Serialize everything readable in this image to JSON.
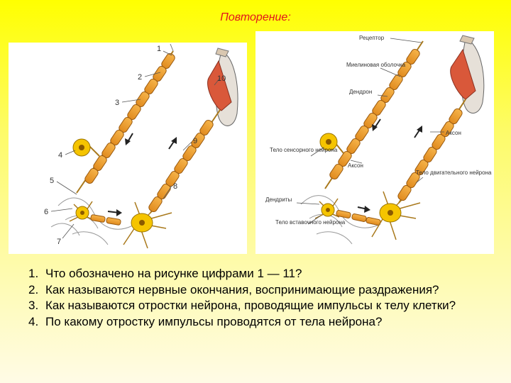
{
  "title": "Повторение:",
  "left_figure": {
    "labels": [
      "1",
      "2",
      "3",
      "4",
      "5",
      "6",
      "7",
      "8",
      "9",
      "10"
    ]
  },
  "right_figure": {
    "labels": {
      "receptor": "Рецептор",
      "myelin": "Миелиновая оболочка",
      "dendron": "Дендрон",
      "axon_top": "Аксон",
      "sensory_body": "Тело сенсорного нейрона",
      "axon_mid": "Аксон",
      "motor_body": "Тело двигательного нейрона",
      "dendrites": "Дендриты",
      "inter_body": "Тело вставочного нейрона"
    }
  },
  "questions": [
    {
      "num": "1.",
      "text": "Что обозначено на рисунке цифрами 1 — 11?"
    },
    {
      "num": "2.",
      "text": "Как называются нервные окончания, воспринимающие раздражения?"
    },
    {
      "num": "3.",
      "text": "Как называются отростки нейрона, проводящие импульсы к телу клетки?"
    },
    {
      "num": "4.",
      "text": "По какому отростку импульсы проводятся от тела нейрона?"
    }
  ],
  "colors": {
    "title": "#e2141c",
    "myelin": "#f0a030",
    "cell_body": "#f5c400",
    "muscle": "#d9583a"
  }
}
